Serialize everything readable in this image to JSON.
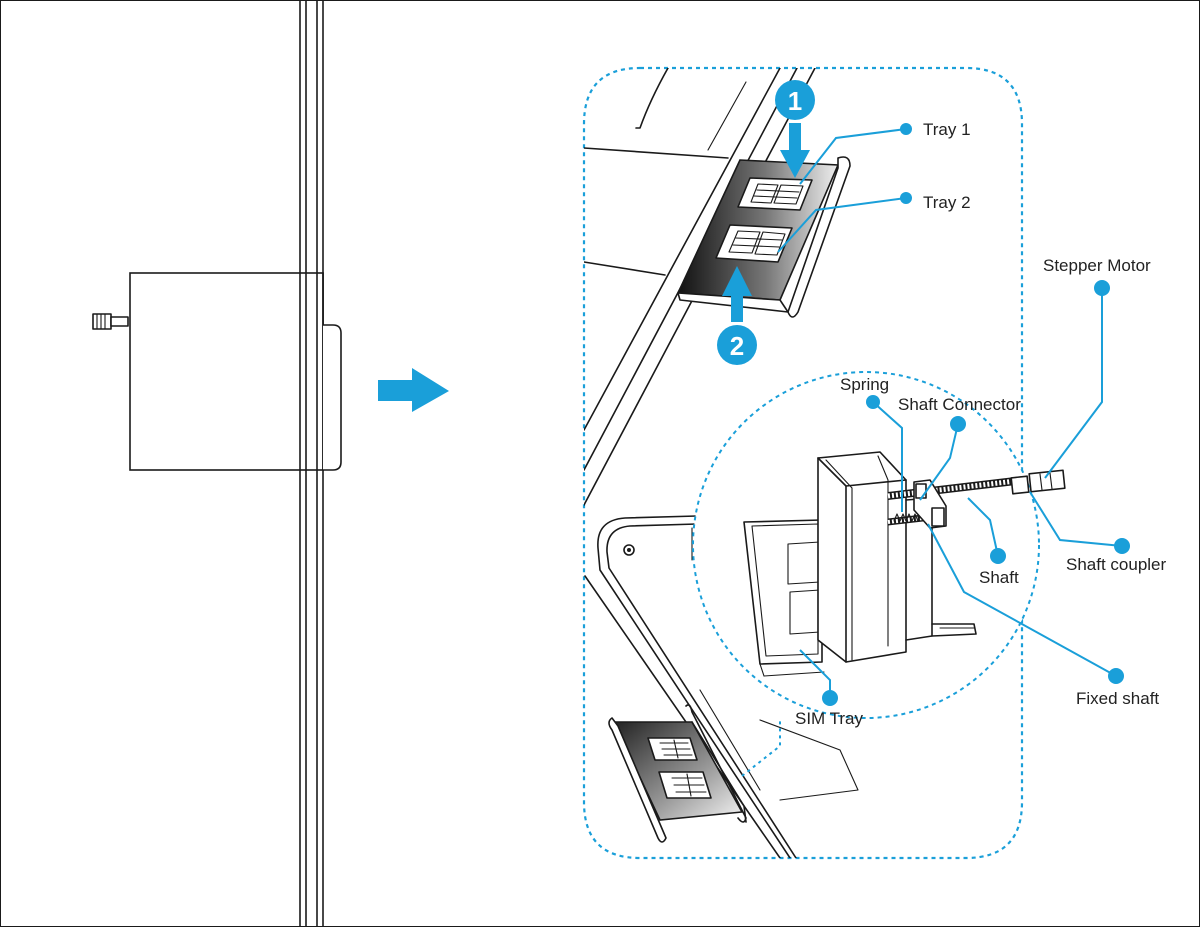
{
  "colors": {
    "accent": "#1a9fd9",
    "line": "#1a1a1a",
    "background": "#ffffff"
  },
  "steps": {
    "one": "1",
    "two": "2"
  },
  "callouts": {
    "tray1": "Tray 1",
    "tray2": "Tray 2",
    "stepper_motor": "Stepper Motor",
    "spring": "Spring",
    "shaft_connector": "Shaft Connector",
    "shaft": "Shaft",
    "shaft_coupler": "Shaft coupler",
    "fixed_shaft": "Fixed shaft",
    "sim_tray": "SIM Tray"
  },
  "icons": {
    "transition_arrow": "arrow-right-icon",
    "insert_arrow_down": "arrow-down-icon",
    "insert_arrow_up": "arrow-up-icon"
  }
}
